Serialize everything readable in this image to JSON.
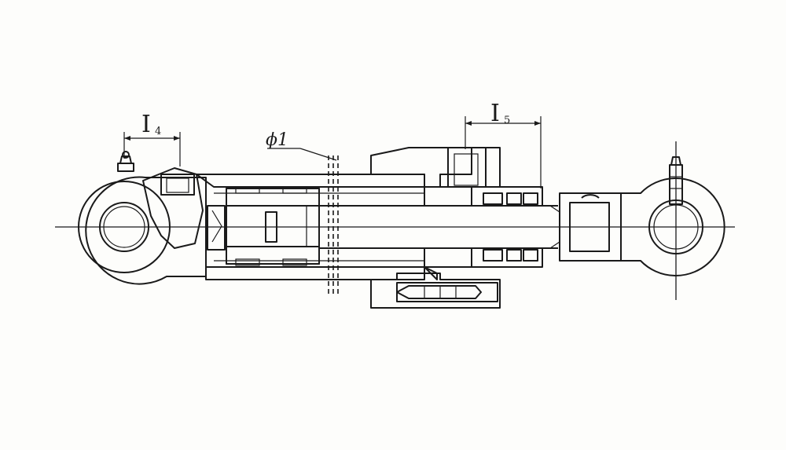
{
  "labels": {
    "l4_main": "I",
    "l4_sub": "4",
    "l5_main": "I",
    "l5_sub": "5",
    "phi_label": "ϕ1"
  },
  "icons": {
    "left-eye": "eye-mount-icon",
    "right-eye": "rod-eye-icon",
    "grease-fitting": "grease-nipple-icon",
    "right-fitting": "lubrication-pin-icon"
  },
  "colors": {
    "ink": "#1a1a1a",
    "paper": "#fdfdfb"
  }
}
